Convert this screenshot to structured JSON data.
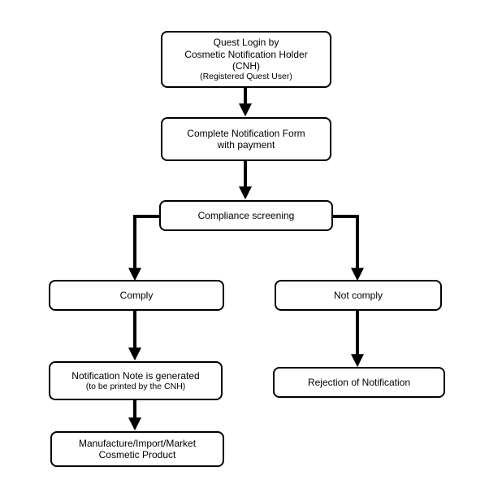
{
  "nodes": {
    "login": {
      "line1": "Quest Login by",
      "line2": "Cosmetic Notification Holder",
      "line3": "(CNH)",
      "line4": "(Registered Quest User)"
    },
    "form": {
      "line1": "Complete Notification Form",
      "line2": "with payment"
    },
    "screening": {
      "label": "Compliance screening"
    },
    "comply": {
      "label": "Comply"
    },
    "not_comply": {
      "label": "Not comply"
    },
    "note": {
      "line1": "Notification Note is generated",
      "line2": "(to be printed by the CNH)"
    },
    "rejection": {
      "label": "Rejection of Notification"
    },
    "manufacture": {
      "line1": "Manufacture/Import/Market",
      "line2": "Cosmetic Product"
    }
  },
  "style": {
    "stroke_color": "#000000",
    "box_fill": "#ffffff"
  }
}
